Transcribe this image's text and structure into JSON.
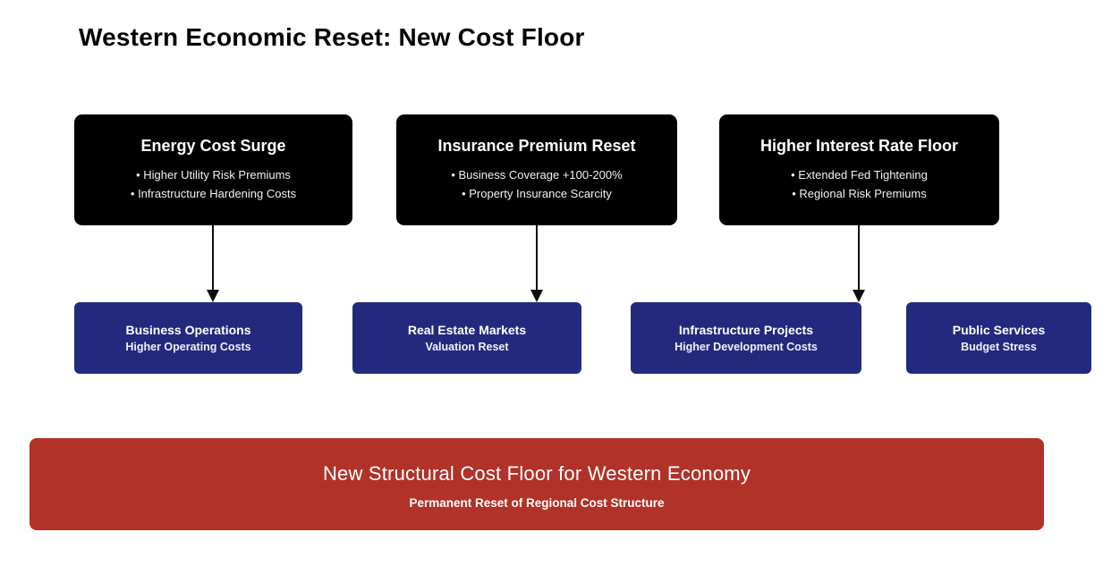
{
  "title": "Western Economic Reset: New Cost Floor",
  "colors": {
    "background": "#ffffff",
    "title_text": "#000000",
    "driver_box_bg": "#000000",
    "driver_box_text": "#ffffff",
    "impact_box_bg": "#232a7d",
    "impact_box_text": "#ffffff",
    "banner_bg": "#b13228",
    "banner_text": "#ffffff",
    "arrow": "#0d0d0d"
  },
  "drivers": [
    {
      "title": "Energy Cost Surge",
      "bullets": [
        "• Higher Utility Risk Premiums",
        "• Infrastructure Hardening Costs"
      ]
    },
    {
      "title": "Insurance Premium Reset",
      "bullets": [
        "• Business Coverage +100-200%",
        "• Property Insurance Scarcity"
      ]
    },
    {
      "title": "Higher Interest Rate Floor",
      "bullets": [
        "• Extended Fed Tightening",
        "• Regional Risk Premiums"
      ]
    }
  ],
  "impacts": [
    {
      "title": "Business Operations",
      "subtitle": "Higher Operating Costs"
    },
    {
      "title": "Real Estate Markets",
      "subtitle": "Valuation Reset"
    },
    {
      "title": "Infrastructure Projects",
      "subtitle": "Higher Development Costs"
    },
    {
      "title": "Public Services",
      "subtitle": "Budget Stress"
    }
  ],
  "connections": [
    {
      "from": "Energy Cost Surge",
      "to": "Business Operations"
    },
    {
      "from": "Insurance Premium Reset",
      "to": "Real Estate Markets"
    },
    {
      "from": "Higher Interest Rate Floor",
      "to": "Infrastructure Projects"
    }
  ],
  "banner": {
    "title": "New Structural Cost Floor for Western Economy",
    "subtitle": "Permanent Reset of Regional Cost Structure"
  }
}
